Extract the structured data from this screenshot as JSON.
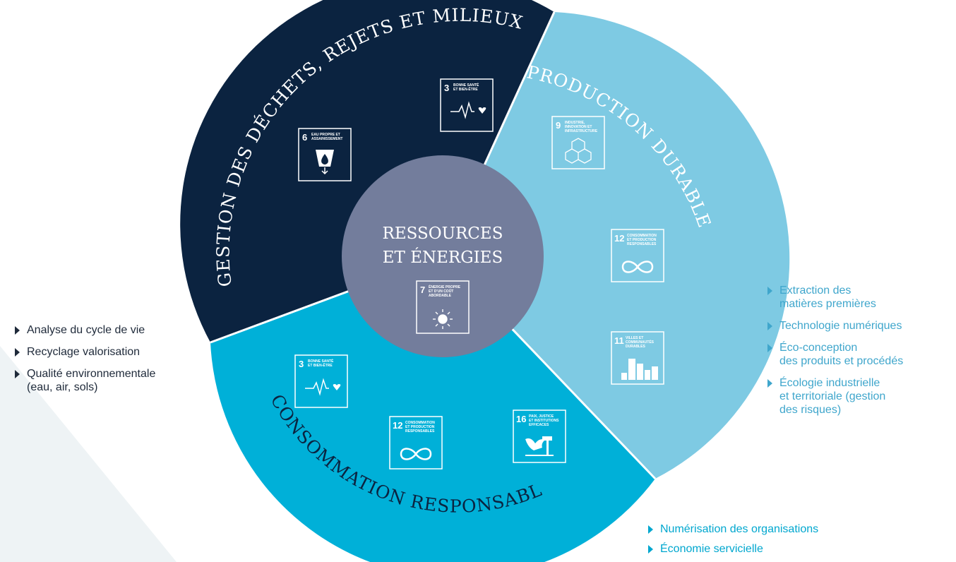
{
  "center": {
    "line1": "RESSOURCES",
    "line2": "ET ÉNERGIES"
  },
  "segments": {
    "top": {
      "label": "GESTION DES DÉCHETS, REJETS ET MILIEUX",
      "color": "#0b2340"
    },
    "right": {
      "label": "PRODUCTION DURABLE",
      "color": "#7ecae3"
    },
    "bottom": {
      "label": "CONSOMMATION RESPONSABLE",
      "color": "#00b0d8"
    },
    "center_color": "#737d9c"
  },
  "sdg_icons": {
    "top_left": {
      "number": "6",
      "line1": "EAU PROPRE ET",
      "line2": "ASSAINISSEMENT",
      "icon": "water-drop-icon"
    },
    "top_right": {
      "number": "3",
      "line1": "BONNE SANTÉ",
      "line2": "ET BIEN-ÊTRE",
      "icon": "heartbeat-icon"
    },
    "right_top": {
      "number": "9",
      "line1": "INDUSTRIE,",
      "line2": "INNOVATION ET",
      "line3": "INFRASTRUCTURE",
      "icon": "cubes-icon"
    },
    "right_mid": {
      "number": "12",
      "line1": "CONSOMMATION",
      "line2": "ET PRODUCTION",
      "line3": "RESPONSABLES",
      "icon": "infinity-icon"
    },
    "right_bot": {
      "number": "11",
      "line1": "VILLES ET",
      "line2": "COMMUNAUTÉS",
      "line3": "DURABLES",
      "icon": "city-icon"
    },
    "center": {
      "number": "7",
      "line1": "ÉNERGIE PROPRE",
      "line2": "ET D'UN COÛT",
      "line3": "ABORDABLE",
      "icon": "sun-icon"
    },
    "bottom_left": {
      "number": "3",
      "line1": "BONNE SANTÉ",
      "line2": "ET BIEN-ÊTRE",
      "icon": "heartbeat-icon"
    },
    "bottom_mid": {
      "number": "12",
      "line1": "CONSOMMATION",
      "line2": "ET PRODUCTION",
      "line3": "RESPONSABLES",
      "icon": "infinity-icon"
    },
    "bottom_right": {
      "number": "16",
      "line1": "PAIX, JUSTICE",
      "line2": "ET INSTITUTIONS",
      "line3": "EFFICACES",
      "icon": "dove-icon"
    }
  },
  "lists": {
    "left": [
      "Analyse du cycle de vie",
      "Recyclage valorisation",
      "Qualité environnementale\n(eau, air, sols)"
    ],
    "right": [
      "Extraction des\nmatières premières",
      "Technologie numériques",
      "Éco-conception\ndes produits et procédés",
      "Écologie industrielle\net territoriale (gestion\ndes risques)"
    ],
    "bottom": [
      "Numérisation des organisations",
      "Économie servicielle"
    ]
  }
}
